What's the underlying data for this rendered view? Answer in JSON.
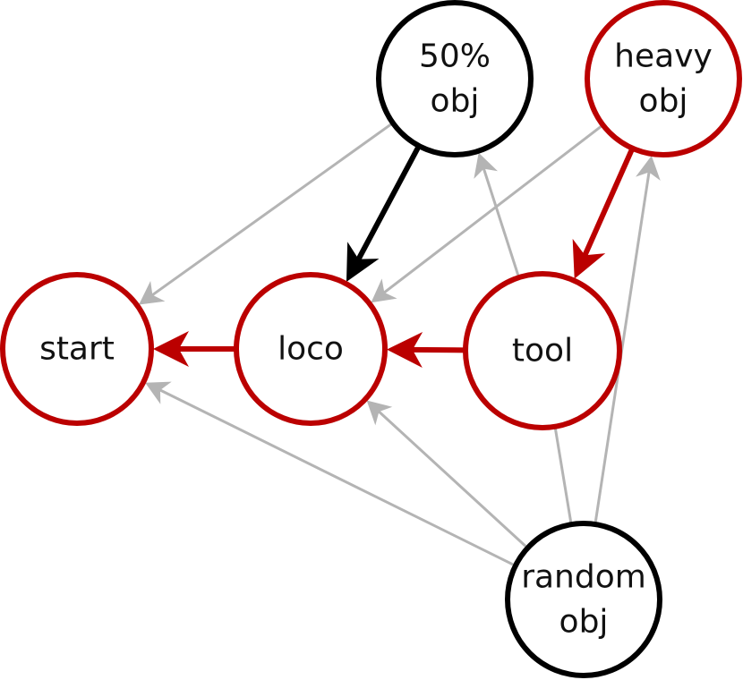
{
  "colors": {
    "red": "#bb0000",
    "black": "#000000",
    "gray": "#b4b4b4",
    "label": "#111111",
    "fill": "#ffffff"
  },
  "nodes": [
    {
      "id": "start",
      "lines": [
        "start"
      ],
      "color": "red"
    },
    {
      "id": "loco",
      "lines": [
        "loco"
      ],
      "color": "red"
    },
    {
      "id": "tool",
      "lines": [
        "tool"
      ],
      "color": "red"
    },
    {
      "id": "obj50",
      "lines": [
        "50%",
        "obj"
      ],
      "color": "black"
    },
    {
      "id": "heavy",
      "lines": [
        "heavy",
        "obj"
      ],
      "color": "red"
    },
    {
      "id": "random",
      "lines": [
        "random",
        "obj"
      ],
      "color": "black"
    }
  ],
  "edges": [
    {
      "from": "obj50",
      "to": "start",
      "style": "gray"
    },
    {
      "from": "heavy",
      "to": "loco",
      "style": "gray"
    },
    {
      "from": "tool",
      "to": "obj50",
      "style": "gray"
    },
    {
      "from": "random",
      "to": "start",
      "style": "gray"
    },
    {
      "from": "random",
      "to": "loco",
      "style": "gray"
    },
    {
      "from": "random",
      "to": "heavy",
      "style": "gray"
    },
    {
      "from": "random",
      "to": "tool",
      "style": "gray-line"
    },
    {
      "from": "obj50",
      "to": "loco",
      "style": "black"
    },
    {
      "from": "heavy",
      "to": "tool",
      "style": "red"
    },
    {
      "from": "loco",
      "to": "start",
      "style": "red"
    },
    {
      "from": "tool",
      "to": "loco",
      "style": "red"
    }
  ]
}
